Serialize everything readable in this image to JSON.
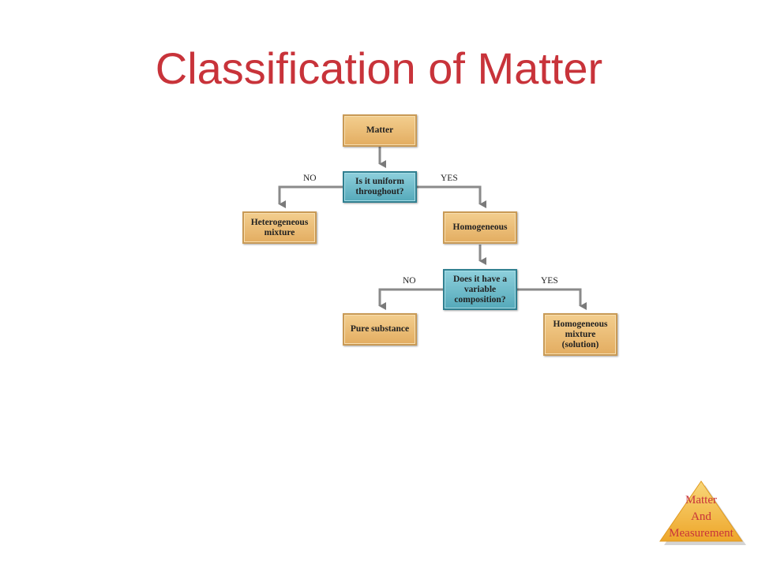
{
  "slide": {
    "title": "Classification of Matter"
  },
  "flowchart": {
    "nodes": {
      "matter": "Matter",
      "uniform_question": "Is it uniform throughout?",
      "heterogeneous": "Heterogeneous mixture",
      "homogeneous": "Homogeneous",
      "variable_question": "Does it have a variable composition?",
      "pure_substance": "Pure substance",
      "homogeneous_mixture": "Homogeneous mixture (solution)"
    },
    "branches": {
      "uniform_no": "NO",
      "uniform_yes": "YES",
      "variable_no": "NO",
      "variable_yes": "YES"
    }
  },
  "logo": {
    "line1": "Matter",
    "line2": "And",
    "line3": "Measurement"
  },
  "colors": {
    "title": "#c8333a",
    "tan_box": "#e8b86d",
    "teal_box": "#5fb1c2",
    "connector": "#8a8a8a",
    "logo_triangle": "#f0b030"
  }
}
